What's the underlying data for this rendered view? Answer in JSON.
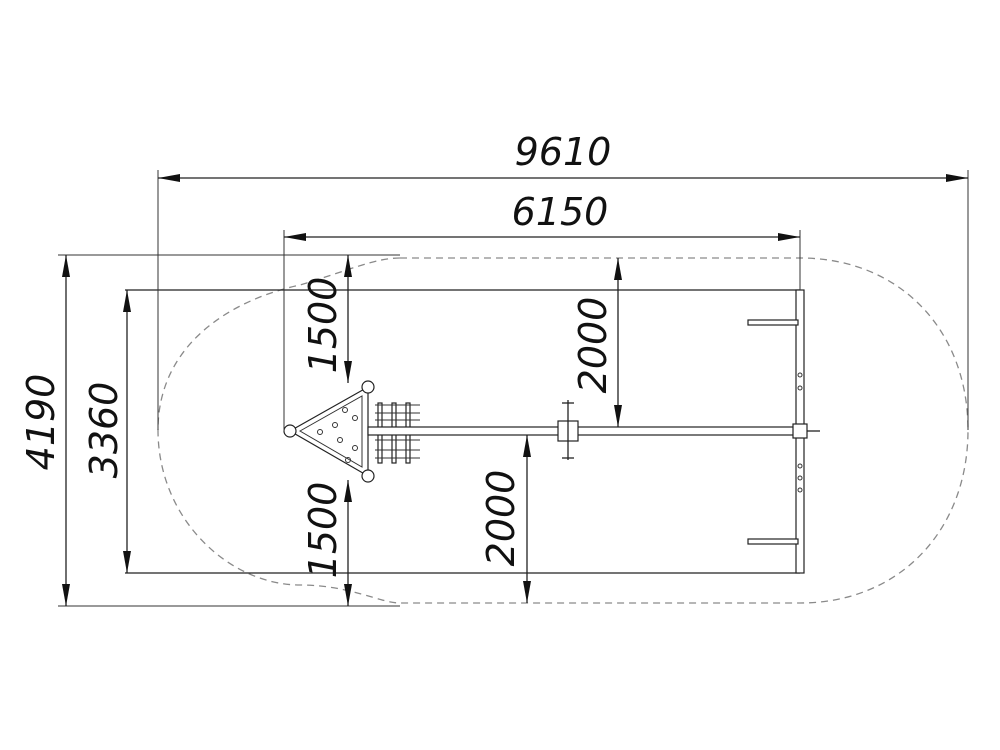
{
  "dimensions": {
    "overall_length": "9610",
    "equipment_length": "6150",
    "overall_width": "4190",
    "equipment_width": "3360",
    "left_upper_offset": "1500",
    "left_lower_offset": "1500",
    "right_upper_offset": "2000",
    "right_lower_offset": "2000"
  },
  "colors": {
    "line": "#222222",
    "boundary": "#8a8a8a",
    "text": "#111111"
  }
}
